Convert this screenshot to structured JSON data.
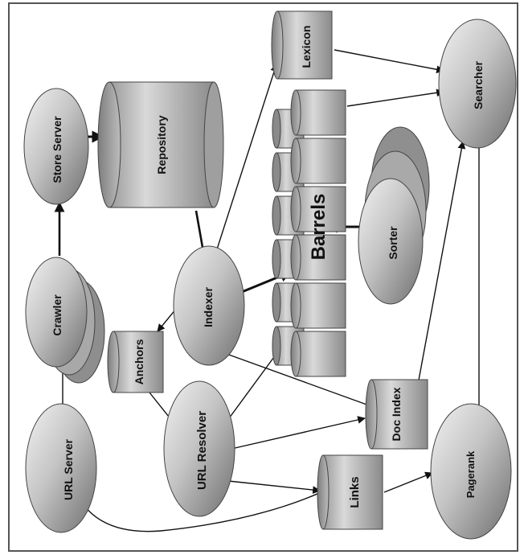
{
  "labels": {
    "url_server": "URL Server",
    "crawler": "Crawler",
    "store_server": "Store Server",
    "repository": "Repository",
    "anchors": "Anchors",
    "url_resolver": "URL Resolver",
    "indexer": "Indexer",
    "lexicon": "Lexicon",
    "barrels": "Barrels",
    "sorter": "Sorter",
    "doc_index": "Doc Index",
    "links": "Links",
    "pagerank": "Pagerank",
    "searcher": "Searcher"
  },
  "colors": {
    "shape_light": "#e6e6e6",
    "shape_mid": "#a9a9a9",
    "shape_dark": "#6f6f6f",
    "arrow": "#111111",
    "frame": "#555555"
  }
}
